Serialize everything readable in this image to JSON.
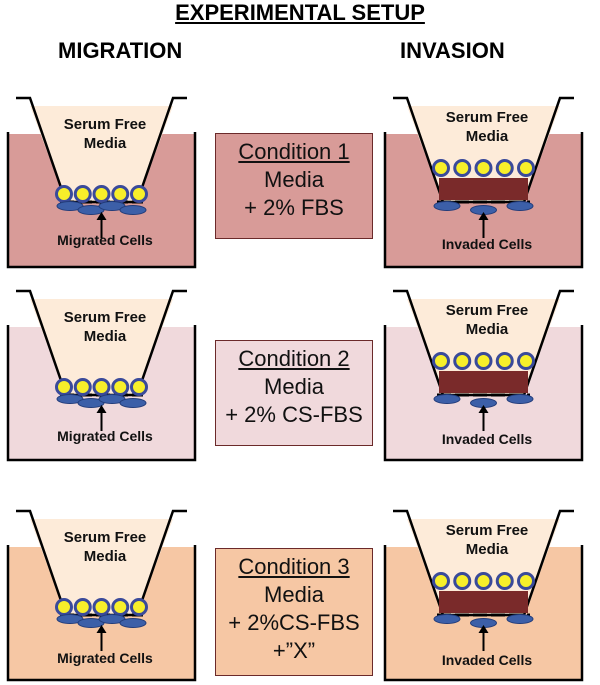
{
  "title": "EXPERIMENTAL SETUP",
  "columns": {
    "migration": "MIGRATION",
    "invasion": "INVASION"
  },
  "colors": {
    "row1_well": "#d89b98",
    "row2_well": "#f0d9dc",
    "row3_well": "#f6c7a4",
    "insert_media": "#fdebd9",
    "cell_fill": "#f7ef2a",
    "cell_ring": "#3a4a9a",
    "migrated_cell": "#3c5fa8",
    "matrigel": "#7a2a2a",
    "outline": "#000000"
  },
  "rows": [
    {
      "condition": {
        "title": "Condition 1",
        "line1": "Media",
        "line2": "+ 2% FBS",
        "line3": ""
      },
      "migration": {
        "media_line1": "Serum Free",
        "media_line2": "Media",
        "cells_label": "Migrated Cells"
      },
      "invasion": {
        "media_line1": "Serum Free",
        "media_line2": "Media",
        "cells_label": "Invaded Cells"
      }
    },
    {
      "condition": {
        "title": "Condition 2",
        "line1": "Media",
        "line2": "+ 2% CS-FBS",
        "line3": ""
      },
      "migration": {
        "media_line1": "Serum Free",
        "media_line2": "Media",
        "cells_label": "Migrated Cells"
      },
      "invasion": {
        "media_line1": "Serum Free",
        "media_line2": "Media",
        "cells_label": "Invaded Cells"
      }
    },
    {
      "condition": {
        "title": "Condition 3",
        "line1": "Media",
        "line2": "+ 2%CS-FBS",
        "line3": "+”X”"
      },
      "migration": {
        "media_line1": "Serum Free",
        "media_line2": "Media",
        "cells_label": "Migrated Cells"
      },
      "invasion": {
        "media_line1": "Serum Free",
        "media_line2": "Media",
        "cells_label": "Invaded Cells"
      }
    }
  ]
}
